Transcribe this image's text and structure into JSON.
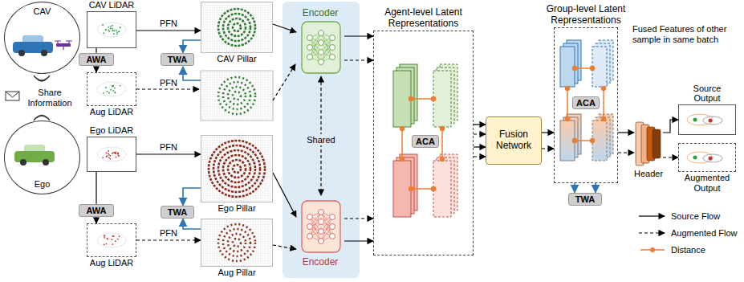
{
  "diagram": {
    "nodes": [
      {
        "text": [
          "CAV"
        ]
      },
      {
        "text": [
          "CAV LiDAR"
        ]
      },
      {
        "text": [
          "AWA"
        ]
      },
      {
        "text": [
          "Aug LiDAR"
        ]
      },
      {
        "text": [
          "CAV Pillar"
        ]
      },
      {
        "text": [
          "TWA"
        ]
      },
      {
        "text": [
          "Ego"
        ]
      },
      {
        "text": [
          "Ego LiDAR"
        ]
      },
      {
        "text": [
          "AWA"
        ]
      },
      {
        "text": [
          "Aug LiDAR"
        ]
      },
      {
        "text": [
          "Ego Pillar"
        ]
      },
      {
        "text": [
          "TWA"
        ]
      },
      {
        "text": [
          "Aug Pillar"
        ]
      },
      {
        "text": [
          "Shared"
        ]
      },
      {
        "text": [
          "Encoder"
        ],
        "in": 13
      },
      {
        "text": [
          "Encoder"
        ],
        "in": 13
      },
      {
        "text": [
          "Agent-level Latent Representations"
        ]
      },
      {
        "text": [
          "ACA"
        ],
        "in": 16
      },
      {
        "text": [
          "Fusion Network"
        ]
      },
      {
        "text": [
          "Group-level Latent Representations"
        ]
      },
      {
        "text": [
          "ACA"
        ],
        "in": 19
      },
      {
        "text": [
          "TWA"
        ]
      },
      {
        "text": [
          "Header"
        ]
      },
      {
        "text": [
          "Source Output"
        ]
      },
      {
        "text": [
          "Augmented Output"
        ]
      }
    ],
    "edges": [
      {
        "from": 1,
        "to": 2,
        "arrow": "none"
      },
      {
        "from": 2,
        "to": 3,
        "arrow": "to"
      },
      {
        "from": 7,
        "to": 8,
        "arrow": "none"
      },
      {
        "from": 8,
        "to": 9,
        "arrow": "to"
      },
      {
        "from": 1,
        "to": 4,
        "arrow": "to",
        "label": "PFN"
      },
      {
        "from": 7,
        "to": 10,
        "arrow": "to",
        "label": "PFN"
      },
      {
        "from": 9,
        "to": 12,
        "arrow": "to",
        "label": "PFN"
      },
      {
        "from": 4,
        "to": 5,
        "arrow": "to"
      },
      {
        "from": 10,
        "to": 11,
        "arrow": "to"
      },
      {
        "from": 12,
        "to": 11,
        "arrow": "to"
      },
      {
        "from": 4,
        "to": 14,
        "arrow": "to"
      },
      {
        "from": 10,
        "to": 15,
        "arrow": "to"
      },
      {
        "from": 12,
        "to": 15,
        "arrow": "to"
      },
      {
        "from": 14,
        "to": 15,
        "arrow": "both"
      },
      {
        "from": 14,
        "to": 16,
        "arrow": "to"
      },
      {
        "from": 14,
        "to": 16,
        "arrow": "to"
      },
      {
        "from": 15,
        "to": 16,
        "arrow": "to"
      },
      {
        "from": 15,
        "to": 16,
        "arrow": "to"
      },
      {
        "from": 16,
        "to": 18,
        "arrow": "to"
      },
      {
        "from": 16,
        "to": 18,
        "arrow": "to"
      },
      {
        "from": 16,
        "to": 18,
        "arrow": "to"
      },
      {
        "from": 16,
        "to": 18,
        "arrow": "to"
      },
      {
        "from": 18,
        "to": 19,
        "arrow": "to"
      },
      {
        "from": 18,
        "to": 19,
        "arrow": "to"
      },
      {
        "from": 19,
        "to": 21,
        "arrow": "to"
      },
      {
        "from": 19,
        "to": 21,
        "arrow": "to"
      },
      {
        "from": 19,
        "to": 22,
        "arrow": "to"
      },
      {
        "from": 19,
        "to": 22,
        "arrow": "to"
      },
      {
        "from": 22,
        "to": 23,
        "arrow": "to"
      },
      {
        "from": 22,
        "to": 24,
        "arrow": "to"
      }
    ],
    "labels": [
      "PFN",
      "Share Information",
      "Fused Features of other sample in same batch"
    ],
    "legend": [
      {
        "text": "Source Flow"
      },
      {
        "text": "Augmented Flow"
      },
      {
        "text": "Distance"
      }
    ]
  }
}
